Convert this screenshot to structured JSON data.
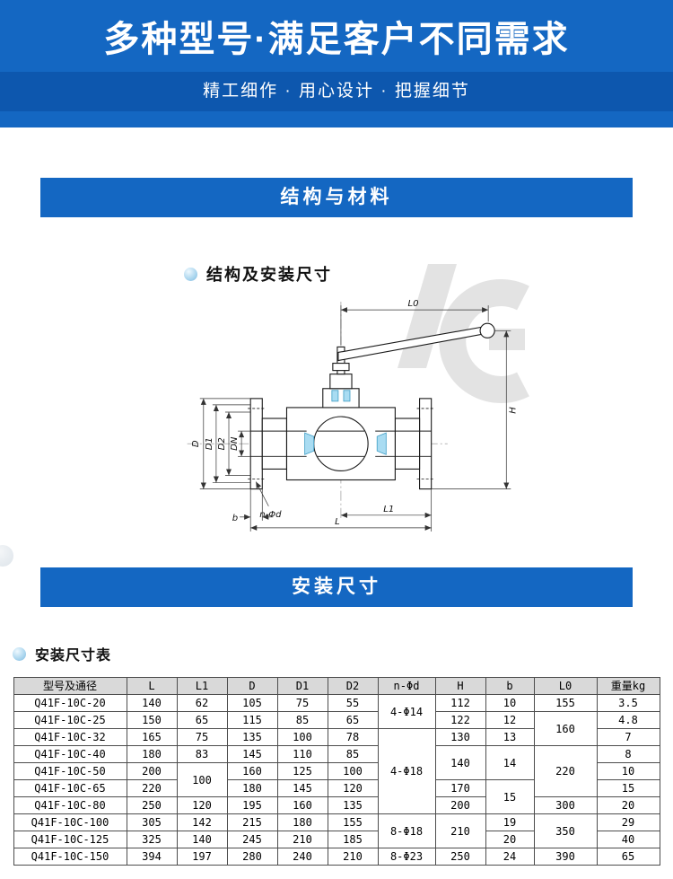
{
  "colors": {
    "banner_blue": "#1467c2",
    "band_blue": "#0d57ae",
    "table_header_bg": "#d9d9d9",
    "diagram_accent": "#a9dcf2"
  },
  "banner": {
    "title": "多种型号·满足客户不同需求",
    "subtitle": "精工细作 · 用心设计 · 把握细节"
  },
  "section_bars": {
    "structure_materials": "结构与材料",
    "installation_dimensions": "安装尺寸"
  },
  "captions": {
    "diagram": "结构及安装尺寸",
    "table": "安装尺寸表"
  },
  "diagram": {
    "labels": {
      "l0": "L0",
      "h": "H",
      "d": "D",
      "d1": "D1",
      "d2": "D2",
      "dn": "DN",
      "n_phi_d": "n-Φd",
      "b": "b",
      "l": "L",
      "l1": "L1"
    }
  },
  "table": {
    "headers": [
      "型号及通径",
      "L",
      "L1",
      "D",
      "D1",
      "D2",
      "n-Φd",
      "H",
      "b",
      "L0",
      "重量kg"
    ],
    "rows": [
      [
        {
          "t": "Q41F-10C-20"
        },
        {
          "t": "140"
        },
        {
          "t": "62"
        },
        {
          "t": "105"
        },
        {
          "t": "75"
        },
        {
          "t": "55"
        },
        {
          "t": "4-Φ14",
          "rs": 2
        },
        {
          "t": "112"
        },
        {
          "t": "10"
        },
        {
          "t": "155"
        },
        {
          "t": "3.5"
        }
      ],
      [
        {
          "t": "Q41F-10C-25"
        },
        {
          "t": "150"
        },
        {
          "t": "65"
        },
        {
          "t": "115"
        },
        {
          "t": "85"
        },
        {
          "t": "65"
        },
        {
          "t": "122"
        },
        {
          "t": "12"
        },
        {
          "t": "160",
          "rs": 2
        },
        {
          "t": "4.8"
        }
      ],
      [
        {
          "t": "Q41F-10C-32"
        },
        {
          "t": "165"
        },
        {
          "t": "75"
        },
        {
          "t": "135"
        },
        {
          "t": "100"
        },
        {
          "t": "78"
        },
        {
          "t": "4-Φ18",
          "rs": 5
        },
        {
          "t": "130"
        },
        {
          "t": "13"
        },
        {
          "t": "7"
        }
      ],
      [
        {
          "t": "Q41F-10C-40"
        },
        {
          "t": "180"
        },
        {
          "t": "83"
        },
        {
          "t": "145"
        },
        {
          "t": "110"
        },
        {
          "t": "85"
        },
        {
          "t": "140",
          "rs": 2
        },
        {
          "t": "14",
          "rs": 2
        },
        {
          "t": "220",
          "rs": 3
        },
        {
          "t": "8"
        }
      ],
      [
        {
          "t": "Q41F-10C-50"
        },
        {
          "t": "200"
        },
        {
          "t": "100",
          "rs": 2
        },
        {
          "t": "160"
        },
        {
          "t": "125"
        },
        {
          "t": "100"
        },
        {
          "t": "10"
        }
      ],
      [
        {
          "t": "Q41F-10C-65"
        },
        {
          "t": "220"
        },
        {
          "t": "180"
        },
        {
          "t": "145"
        },
        {
          "t": "120"
        },
        {
          "t": "170"
        },
        {
          "t": "15",
          "rs": 2
        },
        {
          "t": "15"
        }
      ],
      [
        {
          "t": "Q41F-10C-80"
        },
        {
          "t": "250"
        },
        {
          "t": "120"
        },
        {
          "t": "195"
        },
        {
          "t": "160"
        },
        {
          "t": "135"
        },
        {
          "t": "200"
        },
        {
          "t": "300"
        },
        {
          "t": "20"
        }
      ],
      [
        {
          "t": "Q41F-10C-100"
        },
        {
          "t": "305"
        },
        {
          "t": "142"
        },
        {
          "t": "215"
        },
        {
          "t": "180"
        },
        {
          "t": "155"
        },
        {
          "t": "8-Φ18",
          "rs": 2
        },
        {
          "t": "210",
          "rs": 2
        },
        {
          "t": "19"
        },
        {
          "t": "350",
          "rs": 2
        },
        {
          "t": "29"
        }
      ],
      [
        {
          "t": "Q41F-10C-125"
        },
        {
          "t": "325"
        },
        {
          "t": "140"
        },
        {
          "t": "245"
        },
        {
          "t": "210"
        },
        {
          "t": "185"
        },
        {
          "t": "20"
        },
        {
          "t": "40"
        }
      ],
      [
        {
          "t": "Q41F-10C-150"
        },
        {
          "t": "394"
        },
        {
          "t": "197"
        },
        {
          "t": "280"
        },
        {
          "t": "240"
        },
        {
          "t": "210"
        },
        {
          "t": "8-Φ23"
        },
        {
          "t": "250"
        },
        {
          "t": "24"
        },
        {
          "t": "390"
        },
        {
          "t": "65"
        }
      ]
    ]
  }
}
